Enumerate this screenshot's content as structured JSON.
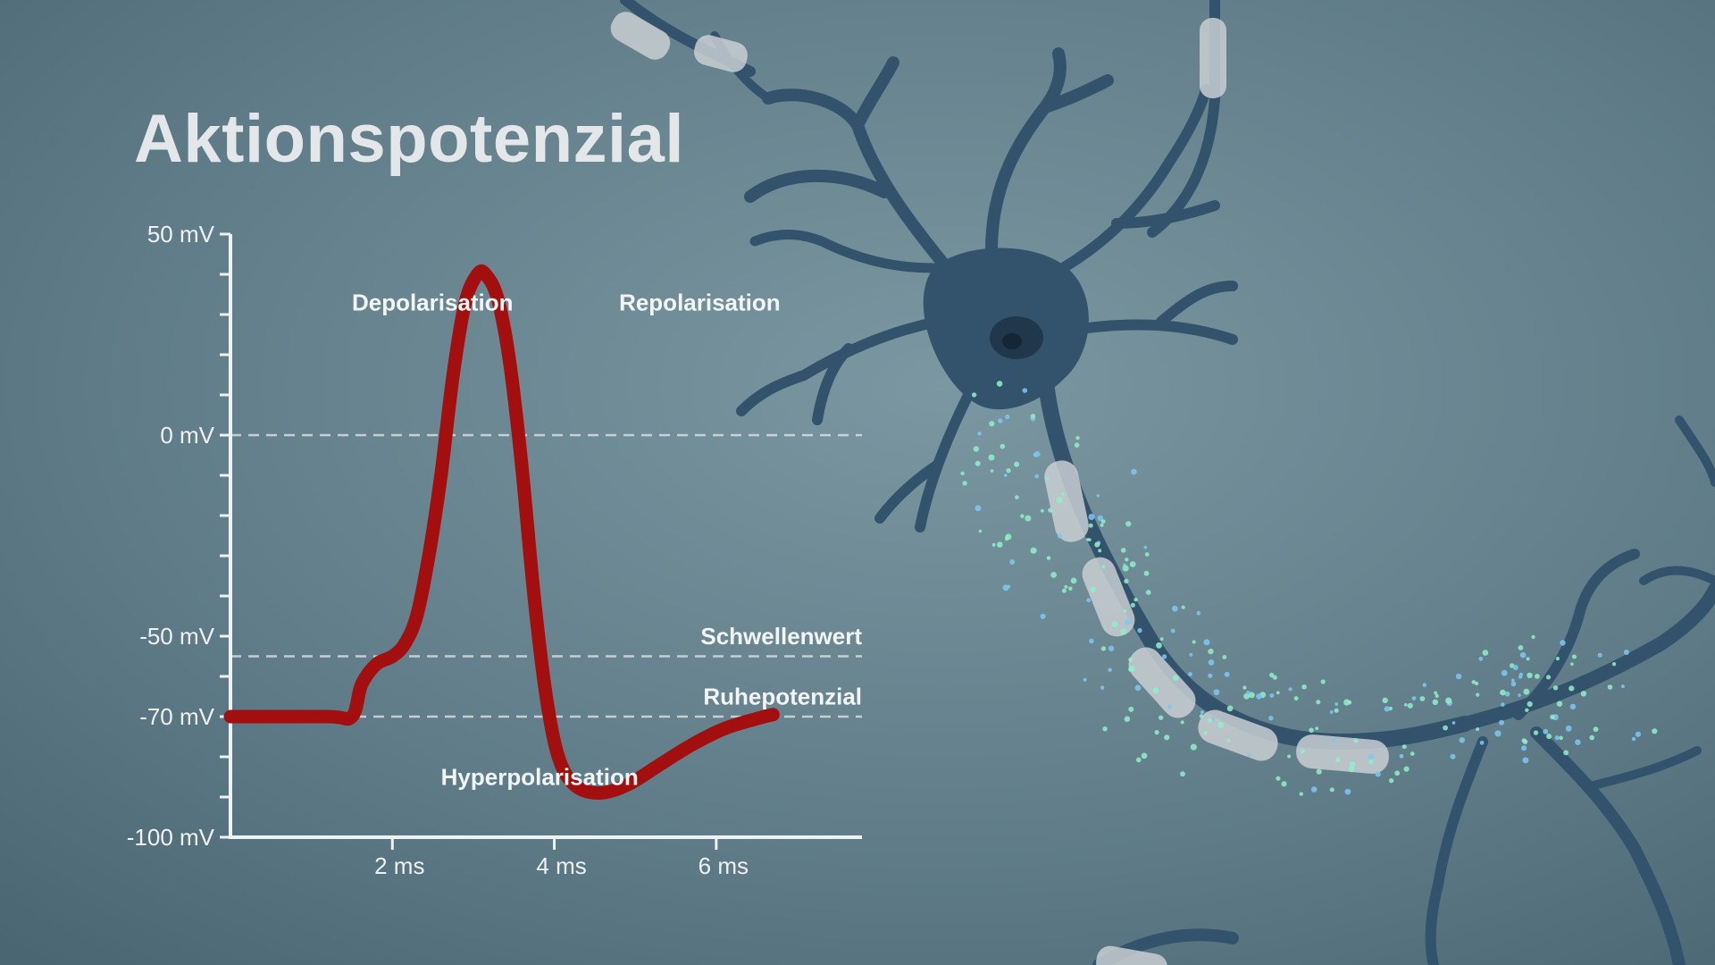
{
  "title": "Aktionspotenzial",
  "colors": {
    "background": "#5e7a86",
    "curve": "#a30f0f",
    "axis": "#eef2f4",
    "neuron": "#33536d",
    "myelin": "#c9cfd3",
    "ions_green": "#8ff0c8",
    "ions_blue": "#7cc8f2"
  },
  "icons": [
    "neuron-illustration"
  ],
  "chart_data": {
    "type": "line",
    "title": "Aktionspotenzial",
    "xlabel": "",
    "ylabel": "",
    "xlim": [
      0,
      7.8
    ],
    "ylim": [
      -100,
      50
    ],
    "grid": false,
    "x_ticks": [
      {
        "value": 2,
        "label": "2 ms"
      },
      {
        "value": 4,
        "label": "4 ms"
      },
      {
        "value": 6,
        "label": "6 ms"
      }
    ],
    "y_ticks": [
      {
        "value": 50,
        "label": "50 mV"
      },
      {
        "value": 0,
        "label": "0 mV"
      },
      {
        "value": -50,
        "label": "-50 mV"
      },
      {
        "value": -70,
        "label": "-70 mV"
      },
      {
        "value": -100,
        "label": "-100 mV"
      }
    ],
    "reference_lines": [
      {
        "name": "0 mV",
        "value": 0
      },
      {
        "name": "Schwellenwert",
        "value": -55
      },
      {
        "name": "Ruhepotenzial",
        "value": -70
      }
    ],
    "annotations": [
      {
        "text": "Depolarisation",
        "x": 1.5,
        "y": 33
      },
      {
        "text": "Repolarisation",
        "x": 4.8,
        "y": 33
      },
      {
        "text": "Schwellenwert",
        "x": 7.8,
        "y": -50
      },
      {
        "text": "Ruhepotenzial",
        "x": 7.8,
        "y": -65
      },
      {
        "text": "Hyperpolarisation",
        "x": 2.6,
        "y": -85
      }
    ],
    "series": [
      {
        "points": [
          [
            0,
            -70
          ],
          [
            1.2,
            -70
          ],
          [
            1.5,
            -70
          ],
          [
            1.62,
            -62
          ],
          [
            1.8,
            -57
          ],
          [
            2.0,
            -55
          ],
          [
            2.15,
            -52
          ],
          [
            2.3,
            -45
          ],
          [
            2.45,
            -30
          ],
          [
            2.6,
            -10
          ],
          [
            2.75,
            15
          ],
          [
            2.9,
            33
          ],
          [
            3.05,
            40
          ],
          [
            3.15,
            40
          ],
          [
            3.3,
            34
          ],
          [
            3.45,
            18
          ],
          [
            3.6,
            -8
          ],
          [
            3.75,
            -40
          ],
          [
            3.9,
            -65
          ],
          [
            4.05,
            -80
          ],
          [
            4.25,
            -87
          ],
          [
            4.55,
            -89
          ],
          [
            4.9,
            -87
          ],
          [
            5.3,
            -82
          ],
          [
            5.7,
            -77
          ],
          [
            6.1,
            -73
          ],
          [
            6.5,
            -70.5
          ],
          [
            6.7,
            -69.5
          ]
        ]
      }
    ]
  }
}
